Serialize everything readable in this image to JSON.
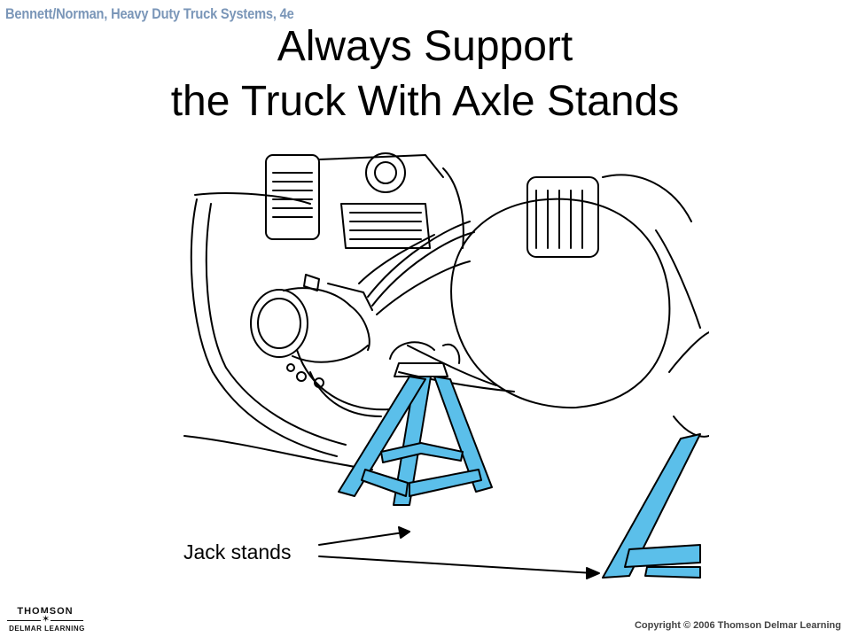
{
  "header": {
    "credit": "Bennett/Norman, Heavy Duty Truck Systems, 4e"
  },
  "slide": {
    "title_line1": "Always Support",
    "title_line2": "the Truck With Axle Stands"
  },
  "figure": {
    "callout_label": "Jack stands",
    "stand_color": "#5bbfea",
    "line_color": "#000000"
  },
  "footer": {
    "logo_top": "THOMSON",
    "logo_bottom": "DELMAR LEARNING",
    "copyright": "Copyright © 2006 Thomson Delmar Learning"
  }
}
